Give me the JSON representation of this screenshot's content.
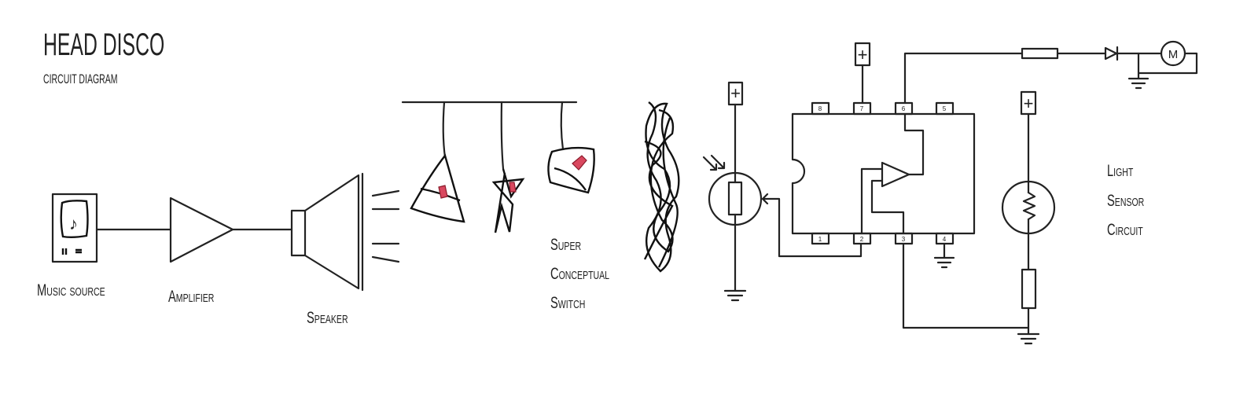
{
  "title": "HEAD DISCO",
  "subtitle": "CIRCUIT DIAGRAM",
  "labels": {
    "music_source": "Music source",
    "amplifier": "Amplifier",
    "speaker": "Speaker",
    "switch": [
      "Super",
      "Conceptual",
      "Switch"
    ],
    "light_sensor": [
      "Light",
      "Sensor",
      "Circuit"
    ]
  },
  "ic_pins": {
    "p1": "1",
    "p2": "2",
    "p3": "3",
    "p4": "4",
    "p5": "5",
    "p6": "6",
    "p7": "7",
    "p8": "8"
  },
  "symbols": {
    "plus": "+",
    "motor": "M",
    "note": "♪"
  },
  "colors": {
    "ink": "#222222",
    "accent_red": "#d9485f"
  }
}
